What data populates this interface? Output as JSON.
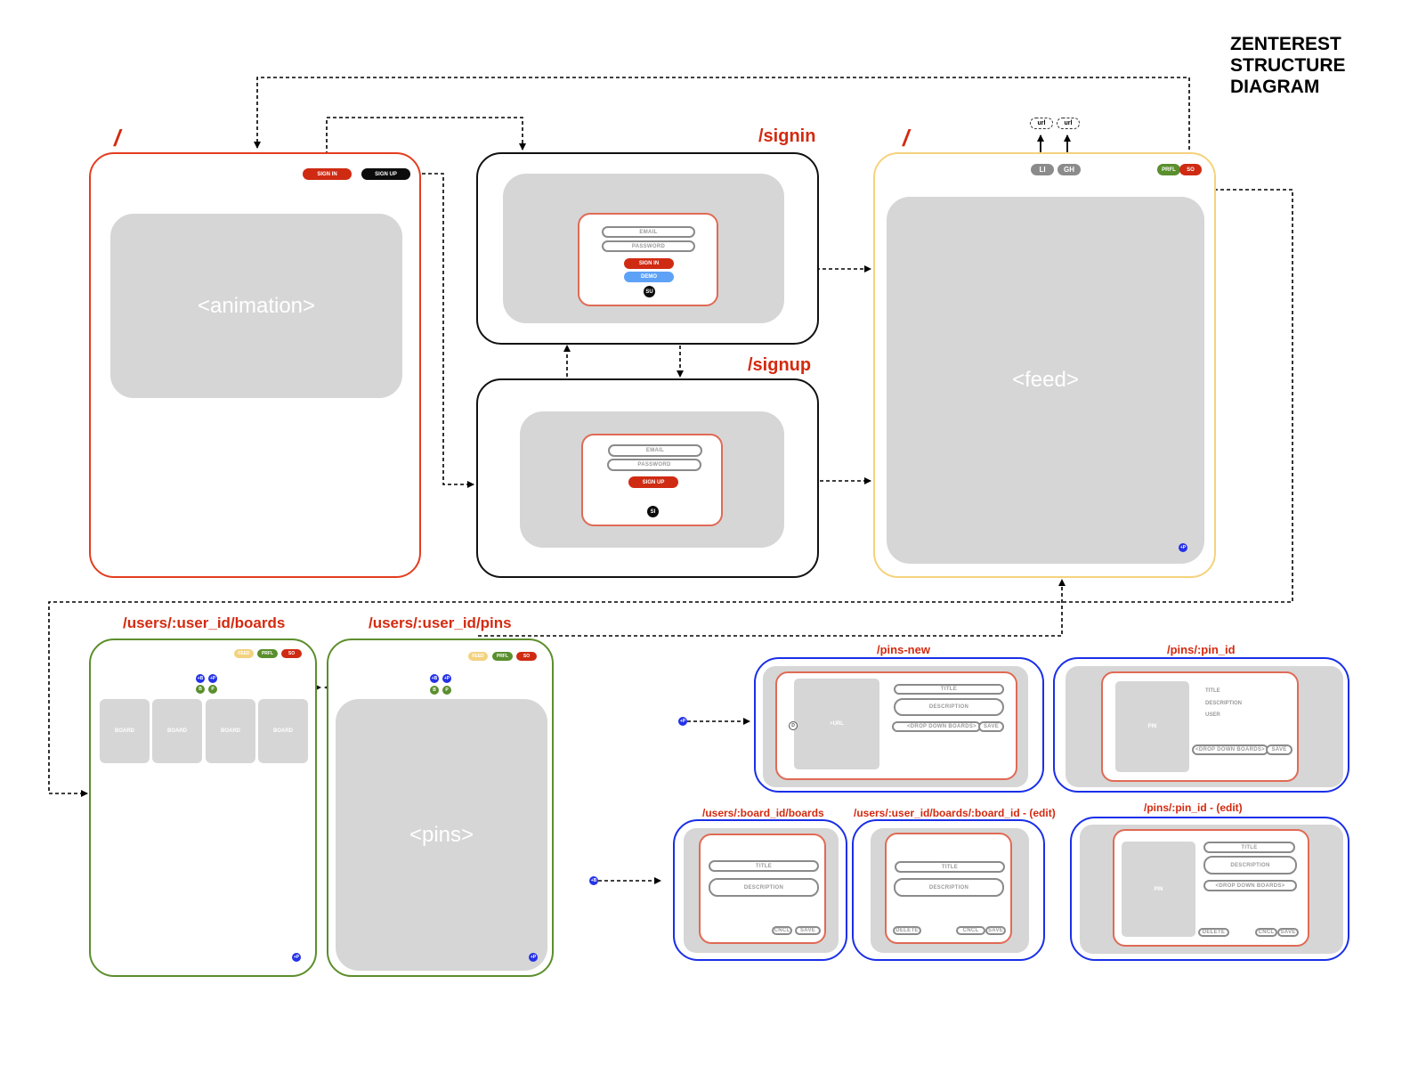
{
  "diagram_title": "ZENTEREST\nSTRUCTURE\nDIAGRAM",
  "colors": {
    "route_label": "#d42a10",
    "splash_frame": "#e43d1f",
    "auth_frame": "#111111",
    "feed_frame": "#f5d27d",
    "user_frame": "#5c8e2b",
    "modal_frame": "#1a2fe8",
    "modal_inner": "#e06a55",
    "placeholder_gray": "#d6d6d6"
  },
  "splash": {
    "route": "/",
    "sign_in": "SIGN IN",
    "sign_up": "SIGN UP",
    "content": "<animation>"
  },
  "signin": {
    "route": "/signin",
    "email": "EMAIL",
    "password": "PASSWORD",
    "sign_in": "SIGN IN",
    "demo": "DEMO",
    "to_signup": "SU"
  },
  "signup": {
    "route": "/signup",
    "email": "EMAIL",
    "password": "PASSWORD",
    "sign_up": "SIGN UP",
    "to_signin": "SI"
  },
  "feed": {
    "route": "/",
    "external_links": [
      {
        "button": "LI",
        "target": "url"
      },
      {
        "button": "GH",
        "target": "url"
      }
    ],
    "profile": "PRFL",
    "sign_out": "SO",
    "content": "<feed>",
    "add_pin": "+P"
  },
  "user_boards": {
    "route": "/users/:user_id/boards",
    "feed": "FEED",
    "profile": "PRFL",
    "sign_out": "SO",
    "add_board": "+B",
    "add_pin": "+P",
    "boards_tab": "B",
    "pins_tab": "P",
    "boards": [
      "BOARD",
      "BOARD",
      "BOARD",
      "BOARD"
    ],
    "corner_add_pin": "+P"
  },
  "user_pins": {
    "route": "/users/:user_id/pins",
    "feed": "FEED",
    "profile": "PRFL",
    "sign_out": "SO",
    "add_board": "+B",
    "add_pin": "+P",
    "boards_tab": "B",
    "pins_tab": "P",
    "content": "<pins>",
    "corner_add_pin": "+P"
  },
  "pins_new": {
    "route": "/pins-new",
    "trigger": "+P",
    "image": "+URL",
    "upload_marker": "D",
    "title": "TITLE",
    "description": "DESCRIPTION",
    "dropdown": "<DROP DOWN BOARDS>",
    "save": "SAVE"
  },
  "pin_show": {
    "route": "/pins/:pin_id",
    "image": "PIN",
    "title": "TITLE",
    "description": "DESCRIPTION",
    "user": "USER",
    "dropdown": "<DROP DOWN BOARDS>",
    "save": "SAVE"
  },
  "board_new": {
    "route": "/users/:board_id/boards",
    "trigger": "+B",
    "title": "TITLE",
    "description": "DESCRIPTION",
    "cancel": "CNCL",
    "save": "SAVE"
  },
  "board_edit": {
    "route": "/users/:user_id/boards/:board_id - (edit)",
    "title": "TITLE",
    "description": "DESCRIPTION",
    "delete": "DELETE",
    "cancel": "CNCL",
    "save": "SAVE"
  },
  "pin_edit": {
    "route": "/pins/:pin_id - (edit)",
    "image": "PIN",
    "title": "TITLE",
    "description": "DESCRIPTION",
    "dropdown": "<DROP DOWN BOARDS>",
    "delete": "DELETE",
    "cancel": "CNCL",
    "save": "SAVE"
  }
}
